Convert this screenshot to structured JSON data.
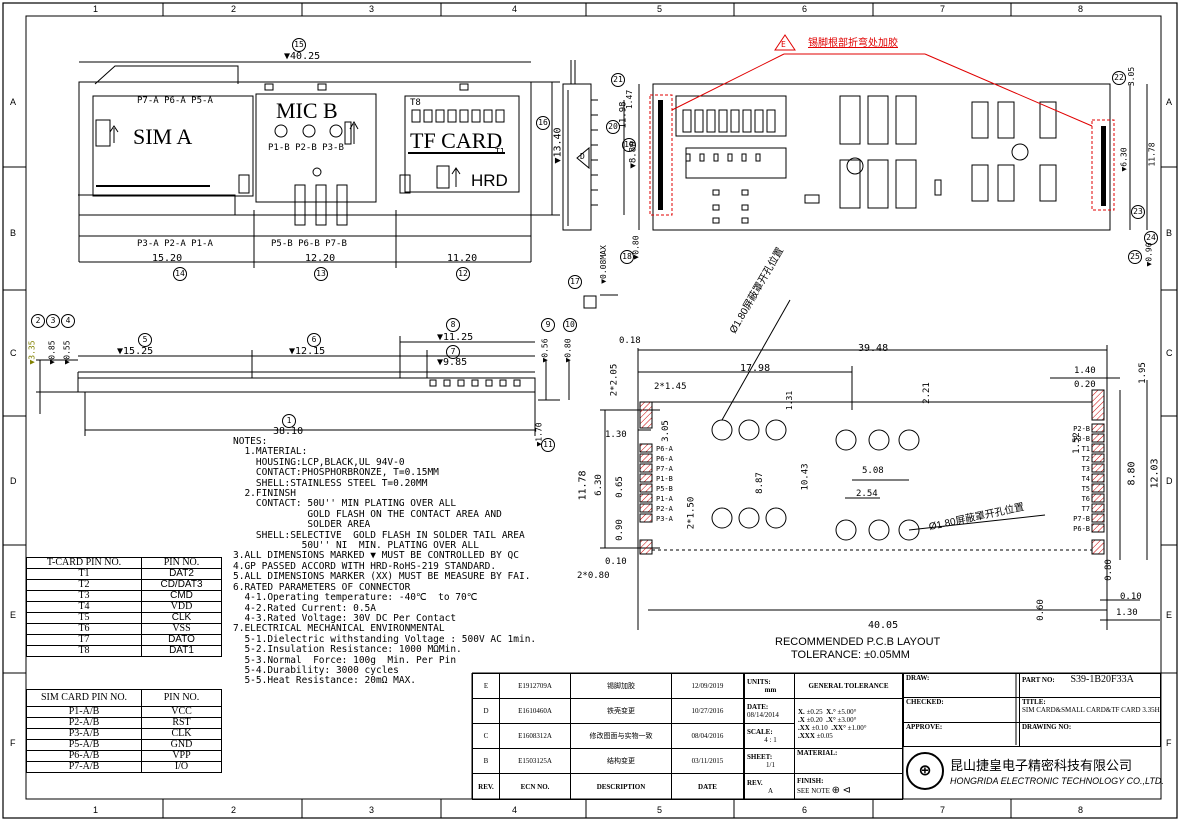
{
  "grid": {
    "columns": [
      "1",
      "2",
      "3",
      "4",
      "5",
      "6",
      "7",
      "8"
    ],
    "rows": [
      "A",
      "B",
      "C",
      "D",
      "E",
      "F"
    ]
  },
  "callouts": {
    "c1": "1",
    "c2": "2",
    "c3": "3",
    "c4": "4",
    "c5": "5",
    "c6": "6",
    "c7": "7",
    "c8": "8",
    "c9": "9",
    "c10": "10",
    "c11": "11",
    "c12": "12",
    "c13": "13",
    "c14": "14",
    "c15": "15",
    "c16": "16",
    "c17": "17",
    "c18": "18",
    "c19": "19",
    "c20": "20",
    "c21": "21",
    "c22": "22",
    "c23": "23",
    "c24": "24",
    "c25": "25"
  },
  "top_view": {
    "labels": {
      "p_a_top": "P7-A  P6-A  P5-A",
      "sim_a": "SIM A",
      "mic_b": "MIC B",
      "p_b_mid": "P1-B  P2-B  P3-B",
      "t8": "T8",
      "tf_card": "TF CARD",
      "t1": "T1",
      "hrd": "HRD",
      "p_a_bottom": "P3-A  P2-A  P1-A",
      "p_b_bottom": "P5-B  P6-B  P7-B"
    },
    "dims": {
      "overall": "40.25",
      "height": "13.40",
      "d_15_20": "15.20",
      "d_12_20": "12.20",
      "d_11_20": "11.20"
    }
  },
  "side_view": {
    "dims": {
      "d_11_98": "11.98",
      "d_8_80": "8.80",
      "d_1_47": "1.47",
      "d_0_08": "0.08MAX",
      "d_0_80": "0.80"
    },
    "d_mark": "D"
  },
  "right_view": {
    "note_mark": "E",
    "note_cn": "锡脚根部折弯处加胶",
    "dims": {
      "d_3_05": "3.05",
      "d_11_78": "11.78",
      "d_6_30": "6.30",
      "d_0_90": "0.90"
    }
  },
  "front_view": {
    "dims": {
      "d_3_35": "3.35",
      "d_0_85": "0.85",
      "d_0_55": "0.55",
      "d_15_25": "15.25",
      "d_12_15": "12.15",
      "d_11_25": "11.25",
      "d_9_85": "9.85",
      "d_0_56": "0.56",
      "d_0_80": "0.80",
      "d_38_10": "38.10",
      "d_1_70": "1.70"
    }
  },
  "notes": {
    "lines": [
      "NOTES:",
      "  1.MATERIAL:",
      "    HOUSING:LCP,BLACK,UL 94V-0",
      "    CONTACT:PHOSPHORBRONZE, T=0.15MM",
      "    SHELL:STAINLESS STEEL T=0.20MM",
      "  2.FININSH",
      "    CONTACT: 50U'' MIN PLATING OVER ALL",
      "             GOLD FLASH ON THE CONTACT AREA AND",
      "             SOLDER AREA",
      "    SHELL:SELECTIVE  GOLD FLASH IN SOLDER TAIL AREA",
      "            50U'' NI  MIN. PLATING OVER ALL",
      "3.ALL DIMENSIONS MARKED ▼ MUST BE CONTROLLED BY QC",
      "4.GP PASSED ACCORD WITH HRD-RoHS-219 STANDARD.",
      "5.ALL DIMENSIONS MARKER (XX) MUST BE MEASURE BY FAI.",
      "6.RATED PARAMETERS OF CONNECTOR",
      "  4-1.Operating temperature: -40℃  to 70℃",
      "  4-2.Rated Current: 0.5A",
      "  4-3.Rated Voltage: 30V DC Per Contact",
      "7.ELECTRICAL MECHANICAL ENVIRONMENTAL",
      "  5-1.Dielectric withstanding Voltage : 500V AC 1min.",
      "  5-2.Insulation Resistance: 1000 MΩMin.",
      "  5-3.Normal  Force: 100g  Min. Per Pin",
      "  5-4.Durability: 3000 cycles",
      "  5-5.Heat Resistance: 20mΩ MAX."
    ]
  },
  "tcard_table": {
    "headers": [
      "T-CARD PIN NO.",
      "PIN NO."
    ],
    "rows": [
      [
        "T1",
        "DAT2"
      ],
      [
        "T2",
        "CD/DAT3"
      ],
      [
        "T3",
        "CMD"
      ],
      [
        "T4",
        "VDD"
      ],
      [
        "T5",
        "CLK"
      ],
      [
        "T6",
        "VSS"
      ],
      [
        "T7",
        "DATO"
      ],
      [
        "T8",
        "DAT1"
      ]
    ]
  },
  "sim_table": {
    "headers": [
      "SIM CARD PIN NO.",
      "PIN NO."
    ],
    "rows": [
      [
        "P1-A/B",
        "VCC"
      ],
      [
        "P2-A/B",
        "RST"
      ],
      [
        "P3-A/B",
        "CLK"
      ],
      [
        "P5-A/B",
        "GND"
      ],
      [
        "P6-A/B",
        "VPP"
      ],
      [
        "P7-A/B",
        "I/O"
      ]
    ]
  },
  "pcb_layout": {
    "title": "RECOMMENDED P.C.B LAYOUT",
    "tolerance": "TOLERANCE: ±0.05MM",
    "shield_note_1": "Ø1.80屏蔽罩开孔位置",
    "shield_note_2": "Ø1.80屏蔽罩开孔位置",
    "left_pins": [
      "P6-A",
      "P6-A",
      "P7-A",
      "P1-B",
      "P5-B",
      "P1-A",
      "P2-A",
      "P3-A"
    ],
    "right_pins": [
      "P2-B",
      "P3-B",
      "T1",
      "T2",
      "T3",
      "T4",
      "T5",
      "T6",
      "T7",
      "P7-B",
      "P6-B"
    ],
    "dims": {
      "d_0_18": "0.18",
      "d_39_48": "39.48",
      "d_17_98": "17.98",
      "d_2x2_05": "2*2.05",
      "d_2x1_45": "2*1.45",
      "d_1_31": "1.31",
      "d_2_21": "2.21",
      "d_1_30": "1.30",
      "d_3_05": "3.05",
      "d_11_78": "11.78",
      "d_6_30": "6.30",
      "d_0_65": "0.65",
      "d_8_87": "8.87",
      "d_10_43": "10.43",
      "d_5_08": "5.08",
      "d_2_54": "2.54",
      "d_2x1_50": "2*1.50",
      "d_0_90": "0.90",
      "d_0_10": "0.10",
      "d_2x0_80": "2*0.80",
      "d_40_05": "40.05",
      "d_1_40": "1.40",
      "d_0_20": "0.20",
      "d_1_95": "1.95",
      "d_1_52": "1.52",
      "d_8_80": "8.80",
      "d_12_03": "12.03",
      "d_0_80": "0.80",
      "d_0_60": "0.60",
      "d_0_10b": "0.10",
      "d_1_30b": "1.30"
    }
  },
  "revisions": {
    "rows": [
      [
        "E",
        "E1912709A",
        "锡脚加胶",
        "12/09/2019"
      ],
      [
        "D",
        "E1610460A",
        "铁壳变更",
        "10/27/2016"
      ],
      [
        "C",
        "E1608312A",
        "修改图面与实物一致",
        "08/04/2016"
      ],
      [
        "B",
        "E1503125A",
        "结构变更",
        "03/11/2015"
      ]
    ],
    "headers": [
      "REV.",
      "ECN NO.",
      "DESCRIPTION",
      "DATE"
    ]
  },
  "title_block": {
    "units_label": "UNITS:",
    "units": "mm",
    "date_label": "DATE:",
    "date": "08/14/2014",
    "scale_label": "SCALE:",
    "scale": "4 : 1",
    "sheet_label": "SHEET:",
    "sheet": "1/1",
    "rev_label": "REV.",
    "rev": "A",
    "general_tolerance": "GENERAL TOLERANCE",
    "tol": [
      [
        " X.",
        "±0.25",
        "X.°",
        "±5.00°"
      ],
      [
        ".X",
        "±0.20",
        ".X°",
        "±3.00°"
      ],
      [
        ".XX",
        "±0.10",
        ".XX°",
        "±1.00°"
      ],
      [
        ".XXX",
        "±0.05",
        "",
        ""
      ]
    ],
    "material_label": "MATERIAL:",
    "finish_label": "FINISH:",
    "finish": "SEE NOTE",
    "draw_label": "DRAW:",
    "checked_label": "CHECKED:",
    "approve_label": "APPROVE:",
    "part_no_label": "PART NO:",
    "part_no": "S39-1B20F33A",
    "title_label": "TITLE:",
    "title": "SIM CARD&SMALL CARD&TF CARD 3.35H",
    "drawing_no_label": "DRAWING NO:",
    "company_cn": "昆山捷皇电子精密科技有限公司",
    "company_en": "HONGRIDA ELECTRONIC TECHNOLOGY CO.,LTD."
  }
}
